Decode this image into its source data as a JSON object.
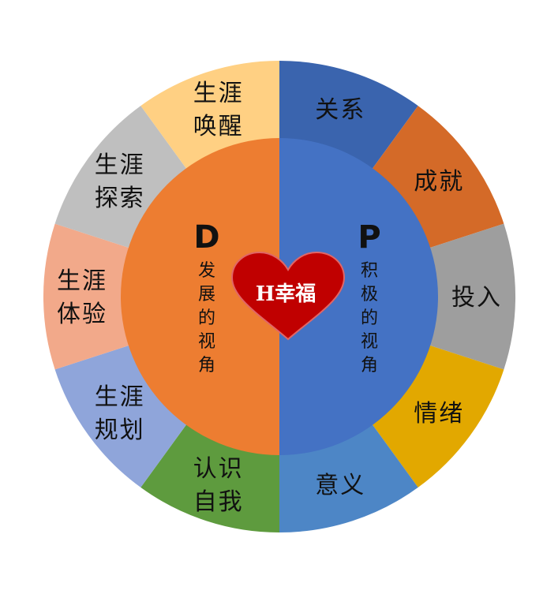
{
  "colors": {
    "background": "#ffffff",
    "left_half": "#ED7D31",
    "right_half": "#4472C4",
    "heart": "#C00000",
    "heart_stroke": "#E06666"
  },
  "segments": [
    {
      "lines": [
        "关系"
      ],
      "color": "#3A64AE"
    },
    {
      "lines": [
        "成就"
      ],
      "color": "#D46A28"
    },
    {
      "lines": [
        "投入"
      ],
      "color": "#9E9E9E"
    },
    {
      "lines": [
        "情绪"
      ],
      "color": "#E2A800"
    },
    {
      "lines": [
        "意义"
      ],
      "color": "#4D86C6"
    },
    {
      "lines": [
        "认识",
        "自我"
      ],
      "color": "#5E9B3E"
    },
    {
      "lines": [
        "生涯",
        "规划"
      ],
      "color": "#8FA5DA"
    },
    {
      "lines": [
        "生涯",
        "体验"
      ],
      "color": "#F2A98A"
    },
    {
      "lines": [
        "生涯",
        "探索"
      ],
      "color": "#BFBFBF"
    },
    {
      "lines": [
        "生涯",
        "唤醒"
      ],
      "color": "#FFD083"
    }
  ],
  "left_pole": {
    "letter": "D",
    "text": [
      "发",
      "展",
      "的",
      "视",
      "角"
    ]
  },
  "right_pole": {
    "letter": "P",
    "text": [
      "积",
      "极",
      "的",
      "视",
      "角"
    ]
  },
  "center": {
    "text": "H幸福",
    "icon": "heart-icon"
  }
}
